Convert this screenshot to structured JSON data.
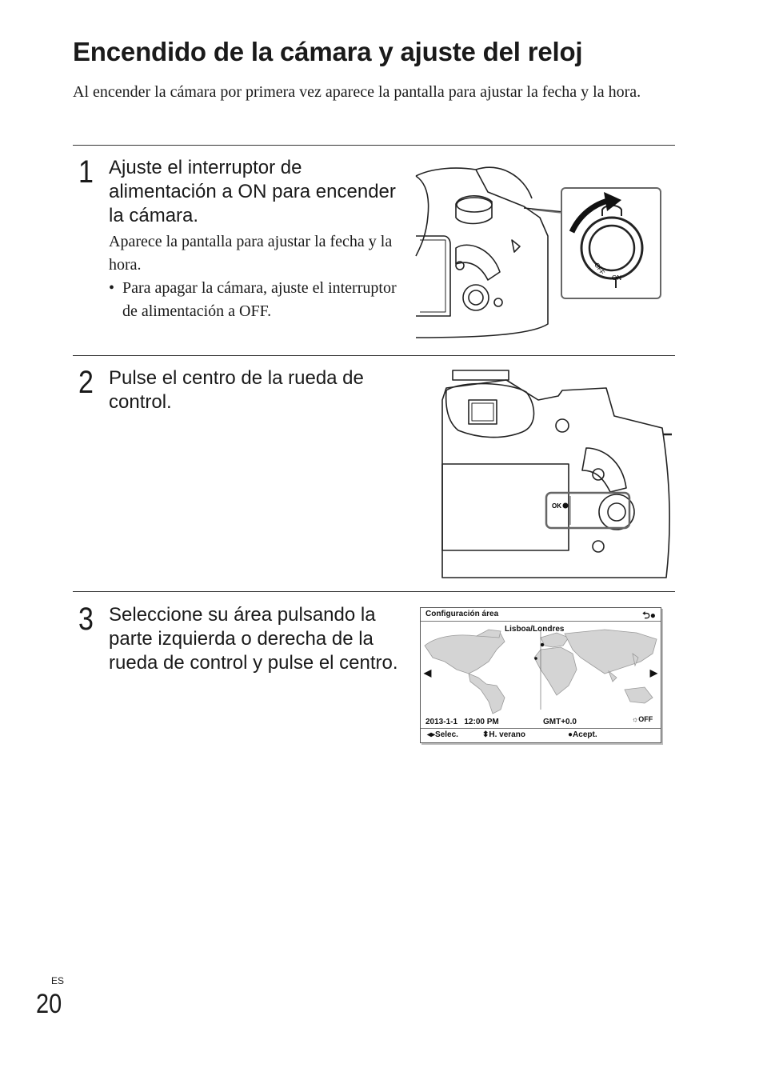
{
  "title": "Encendido de la cámara y ajuste del reloj",
  "intro": "Al encender la cámara por primera vez aparece la pantalla para ajustar la fecha y la hora.",
  "steps": [
    {
      "number": "1",
      "heading": "Ajuste el interruptor de alimentación a ON para encender la cámara.",
      "body": "Aparece la pantalla para ajustar la fecha y la hora.",
      "bullet": "Para apagar la cámara, ajuste el interruptor de alimentación a OFF.",
      "switch_labels": {
        "off": "OFF",
        "on": "ON"
      }
    },
    {
      "number": "2",
      "heading": "Pulse el centro de la rueda de control.",
      "button_label": "OK"
    },
    {
      "number": "3",
      "heading": "Seleccione su área pulsando la parte izquierda o derecha de la rueda de control y pulse el centro."
    }
  ],
  "screen": {
    "title": "Configuración área",
    "back_icon": "back-arrow-icon",
    "city": "Lisboa/Londres",
    "date": "2013-1-1",
    "time": "12:00 PM",
    "gmt": "GMT+0.0",
    "dst_state": "OFF",
    "footer_select": "Selec.",
    "footer_summer": "H. verano",
    "footer_accept": "Acept."
  },
  "footer": {
    "lang": "ES",
    "page": "20"
  }
}
